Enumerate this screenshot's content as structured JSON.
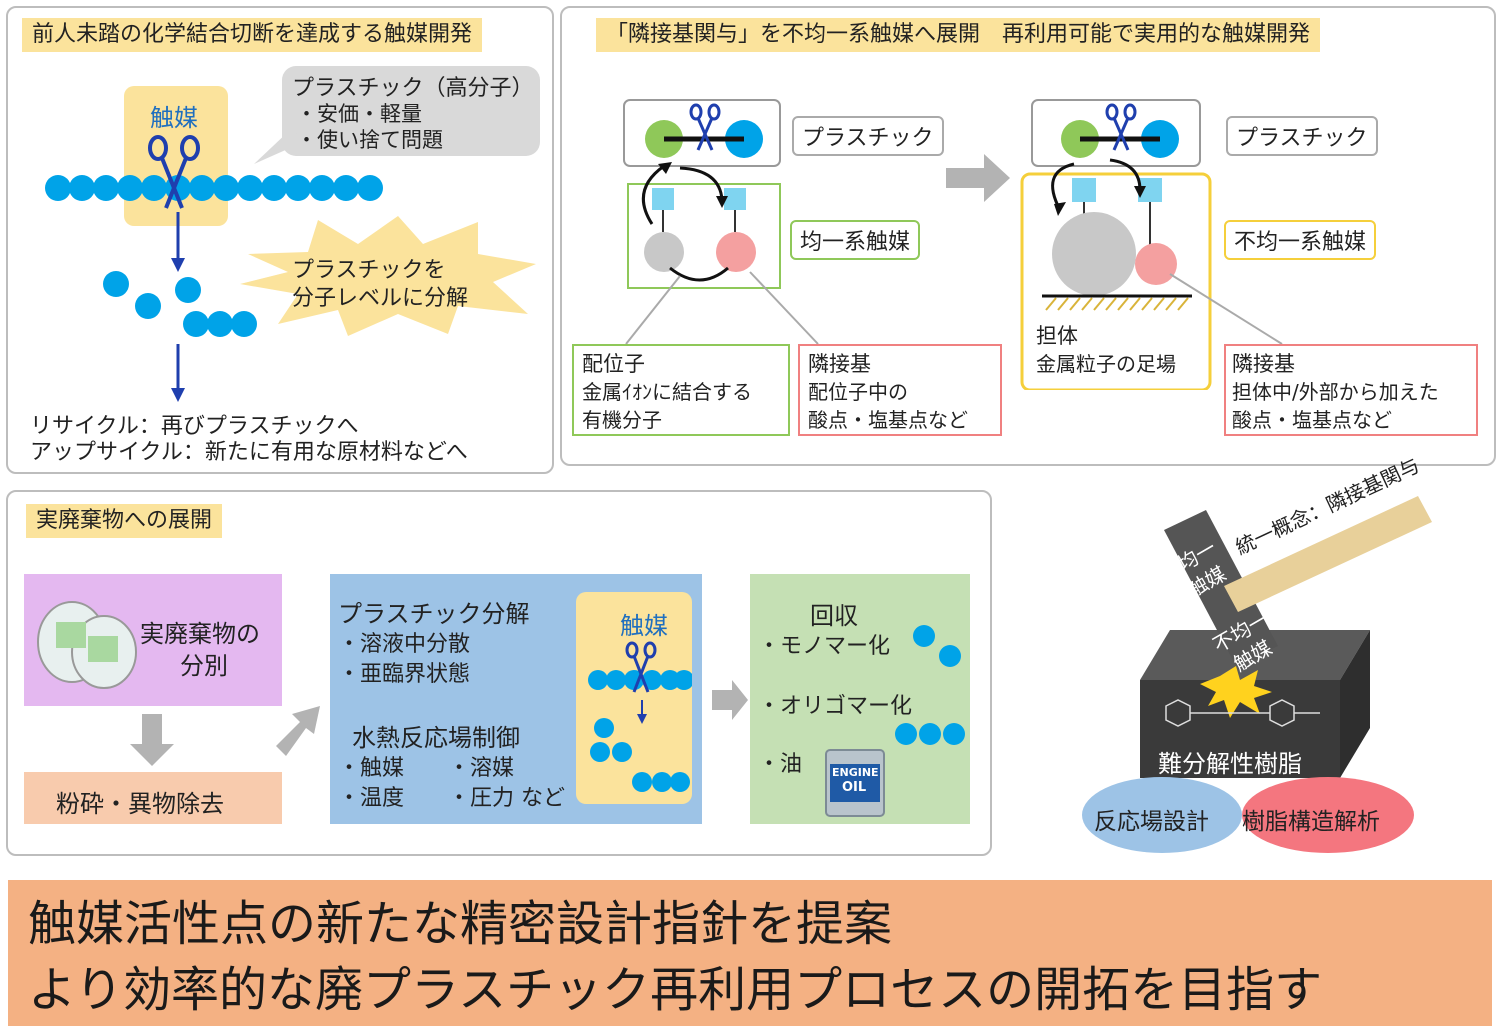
{
  "panel1": {
    "title": "前人未踏の化学結合切断を達成する触媒開発",
    "catalyst_label": "触媒",
    "bubble_title": "プラスチック（高分子）",
    "bubble_items": [
      "・安価・軽量",
      "・使い捨て問題"
    ],
    "burst_text": [
      "プラスチックを",
      "分子レベルに分解"
    ],
    "bottom_lines": [
      "リサイクル：再びプラスチックへ",
      "アップサイクル：新たに有用な原材料などへ"
    ]
  },
  "panel2": {
    "title": "「隣接基関与」を不均一系触媒へ展開　再利用可能で実用的な触媒開発",
    "plastic_label": "プラスチック",
    "homo_label": "均一系触媒",
    "hetero_label": "不均一系触媒",
    "ligand_box": [
      "配位子",
      "金属ｲｵﾝに結合する",
      "有機分子"
    ],
    "neighbor_box_left": [
      "隣接基",
      "配位子中の",
      "酸点・塩基点など"
    ],
    "support_box": [
      "担体",
      "金属粒子の足場"
    ],
    "neighbor_box_right": [
      "隣接基",
      "担体中/外部から加えた",
      "酸点・塩基点など"
    ]
  },
  "panel3": {
    "title": "実廃棄物への展開",
    "sort_label": [
      "実廃棄物の",
      "分別"
    ],
    "crush_label": "粉砕・異物除去",
    "decomp_title": "プラスチック分解",
    "decomp_items": [
      "・溶液中分散",
      "・亜臨界状態"
    ],
    "hydro_title": "水熱反応場制御",
    "hydro_items": [
      "・触媒　　・溶媒",
      "・温度　　・圧力 など"
    ],
    "catalyst_label": "触媒",
    "recovery_title": "回収",
    "recovery_items": [
      "・モノマー化",
      "・オリゴマー化",
      "・油"
    ],
    "oil_can_text": [
      "ENGINE",
      "OIL"
    ]
  },
  "hammer": {
    "handle_text": [
      "均一",
      "触媒"
    ],
    "head_text": [
      "不均一",
      "触媒"
    ],
    "banner_text": "統一概念：隣接基関与",
    "block_text": "難分解性樹脂",
    "blue_oval": "反応場設計",
    "red_oval": "樹脂構造解析"
  },
  "bottom": {
    "line1": "触媒活性点の新たな精密設計指針を提案",
    "line2": "より効率的な廃プラスチック再利用プロセスの開拓を目指す"
  },
  "colors": {
    "blue_dot": "#00a3e8",
    "arrow_navy": "#1f3fae",
    "yellow_bg": "#fbe39c",
    "green": "#8fc859",
    "pink": "#f4a0a0",
    "gray_ball": "#c8c8c8",
    "sky": "#7fd4f0",
    "orange_bottom": "#f4b183"
  }
}
